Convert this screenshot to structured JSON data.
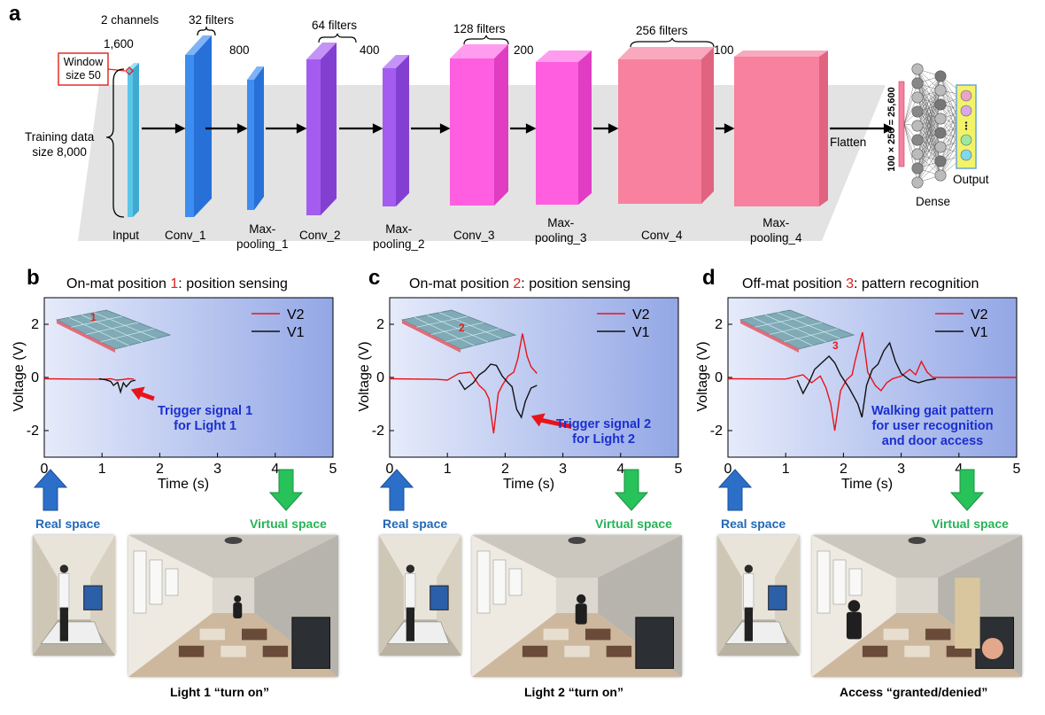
{
  "panel_a": {
    "letter": "a",
    "input": {
      "channels": "2 channels",
      "length": "1,600",
      "window": [
        "Window",
        "size 50"
      ],
      "training": [
        "Training data",
        "size 8,000"
      ],
      "label": "Input"
    },
    "layers": [
      {
        "label": [
          "Conv_1"
        ],
        "top": "32 filters",
        "side": ""
      },
      {
        "label": [
          "Max-",
          "pooling_1"
        ],
        "top": "",
        "side": "800"
      },
      {
        "label": [
          "Conv_2"
        ],
        "top": "64 filters",
        "side": ""
      },
      {
        "label": [
          "Max-",
          "pooling_2"
        ],
        "top": "",
        "side": "400"
      },
      {
        "label": [
          "Conv_3"
        ],
        "top": "128 filters",
        "side": ""
      },
      {
        "label": [
          "Max-",
          "pooling_3"
        ],
        "top": "",
        "side": "200"
      },
      {
        "label": [
          "Conv_4"
        ],
        "top": "256 filters",
        "side": ""
      },
      {
        "label": [
          "Max-",
          "pooling_4"
        ],
        "top": "",
        "side": "100"
      }
    ],
    "flatten": "Flatten",
    "flatten_size": "100 × 256 = 25,600",
    "dense": "Dense",
    "output": "Output"
  },
  "chart_data": [
    {
      "type": "line",
      "panel": "b",
      "title_parts": [
        "On-mat position ",
        "1",
        ": position sensing"
      ],
      "xlabel": "Time (s)",
      "ylabel": "Voltage (V)",
      "xlim": [
        0,
        5
      ],
      "ylim": [
        -3,
        3
      ],
      "xticks": [
        0,
        1,
        2,
        3,
        4,
        5
      ],
      "yticks": [
        2,
        0,
        -2
      ],
      "legend_position": "top-right",
      "series": [
        {
          "name": "V2",
          "color": "#e8141c",
          "x": [
            0,
            0.5,
            1.0,
            1.15,
            1.25,
            1.35,
            1.45,
            1.55
          ],
          "y": [
            -0.05,
            -0.06,
            -0.07,
            -0.05,
            -0.1,
            -0.08,
            -0.05,
            -0.06
          ]
        },
        {
          "name": "V1",
          "color": "#111111",
          "x": [
            0.95,
            1.05,
            1.15,
            1.2,
            1.27,
            1.32,
            1.37,
            1.42,
            1.5,
            1.58
          ],
          "y": [
            -0.05,
            -0.08,
            -0.15,
            -0.3,
            -0.18,
            -0.55,
            -0.2,
            -0.35,
            -0.15,
            -0.1
          ]
        }
      ],
      "mat_label": "1",
      "annotation": [
        "Trigger signal 1",
        "for Light 1"
      ]
    },
    {
      "type": "line",
      "panel": "c",
      "title_parts": [
        "On-mat position ",
        "2",
        ": position sensing"
      ],
      "xlabel": "Time (s)",
      "ylabel": "Voltage (V)",
      "xlim": [
        0,
        5
      ],
      "ylim": [
        -3,
        3
      ],
      "xticks": [
        0,
        1,
        2,
        3,
        4,
        5
      ],
      "yticks": [
        2,
        0,
        -2
      ],
      "legend_position": "top-right",
      "series": [
        {
          "name": "V2",
          "color": "#e8141c",
          "x": [
            0,
            0.8,
            1.0,
            1.2,
            1.4,
            1.55,
            1.65,
            1.72,
            1.8,
            1.88,
            1.95,
            2.05,
            2.15,
            2.22,
            2.3,
            2.38,
            2.45,
            2.55
          ],
          "y": [
            -0.05,
            -0.07,
            -0.1,
            0.15,
            0.2,
            -0.3,
            -0.5,
            -0.8,
            -2.1,
            -0.6,
            -0.3,
            0.05,
            0.2,
            0.7,
            1.65,
            0.8,
            0.4,
            0.15
          ]
        },
        {
          "name": "V1",
          "color": "#111111",
          "x": [
            1.2,
            1.3,
            1.45,
            1.55,
            1.65,
            1.75,
            1.85,
            1.95,
            2.05,
            2.12,
            2.2,
            2.28,
            2.35,
            2.45,
            2.55
          ],
          "y": [
            -0.1,
            -0.45,
            -0.2,
            0.1,
            0.25,
            0.5,
            0.45,
            0.05,
            -0.2,
            -0.35,
            -1.2,
            -1.5,
            -0.9,
            -0.4,
            -0.3
          ]
        }
      ],
      "mat_label": "2",
      "annotation": [
        "Trigger signal 2",
        "for Light 2"
      ]
    },
    {
      "type": "line",
      "panel": "d",
      "title_parts": [
        "Off-mat position ",
        "3",
        ": pattern recognition"
      ],
      "xlabel": "Time (s)",
      "ylabel": "Voltage (V)",
      "xlim": [
        0,
        5
      ],
      "ylim": [
        -3,
        3
      ],
      "xticks": [
        0,
        1,
        2,
        3,
        4,
        5
      ],
      "yticks": [
        2,
        0,
        -2
      ],
      "legend_position": "top-right",
      "series": [
        {
          "name": "V2",
          "color": "#e8141c",
          "x": [
            0,
            1.0,
            1.3,
            1.45,
            1.6,
            1.7,
            1.78,
            1.85,
            1.95,
            2.05,
            2.15,
            2.2,
            2.27,
            2.33,
            2.42,
            2.55,
            2.65,
            2.75,
            2.85,
            3.0,
            3.15,
            3.25,
            3.35,
            3.45,
            3.55,
            5.0
          ],
          "y": [
            -0.05,
            -0.06,
            0.1,
            -0.2,
            0.05,
            -0.4,
            -1.0,
            -2.0,
            -0.5,
            -0.1,
            0.1,
            0.6,
            1.2,
            1.7,
            0.2,
            -0.3,
            -0.5,
            -0.2,
            -0.05,
            0.05,
            0.3,
            0.1,
            0.6,
            0.2,
            0.0,
            0.0
          ]
        },
        {
          "name": "V1",
          "color": "#111111",
          "x": [
            1.2,
            1.3,
            1.4,
            1.5,
            1.6,
            1.75,
            1.85,
            1.95,
            2.1,
            2.25,
            2.32,
            2.4,
            2.5,
            2.6,
            2.7,
            2.8,
            2.9,
            3.0,
            3.15,
            3.3,
            3.45,
            3.6
          ],
          "y": [
            -0.1,
            -0.6,
            -0.2,
            0.3,
            0.5,
            0.8,
            0.55,
            0.1,
            -0.4,
            -1.0,
            -1.5,
            -0.3,
            0.3,
            0.5,
            1.0,
            1.3,
            0.6,
            0.15,
            -0.1,
            -0.2,
            -0.1,
            -0.05
          ]
        }
      ],
      "mat_label": "3",
      "annotation": [
        "Walking gait pattern",
        "for user recognition",
        "and door access"
      ]
    }
  ],
  "bottom": {
    "real_space": "Real space",
    "virtual_space": "Virtual space",
    "captions": [
      "Light 1 “turn on”",
      "Light 2 “turn on”",
      "Access “granted/denied”"
    ]
  },
  "colors": {
    "input": "#5bc6e8",
    "conv1": "#3d8ef0",
    "conv2": "#a45cf0",
    "conv3": "#ff5ee0",
    "conv4": "#f7819e",
    "blue_arrow": "#2c6fc9",
    "green_arrow": "#27c25a",
    "annotation_text": "#1b2fd0"
  }
}
